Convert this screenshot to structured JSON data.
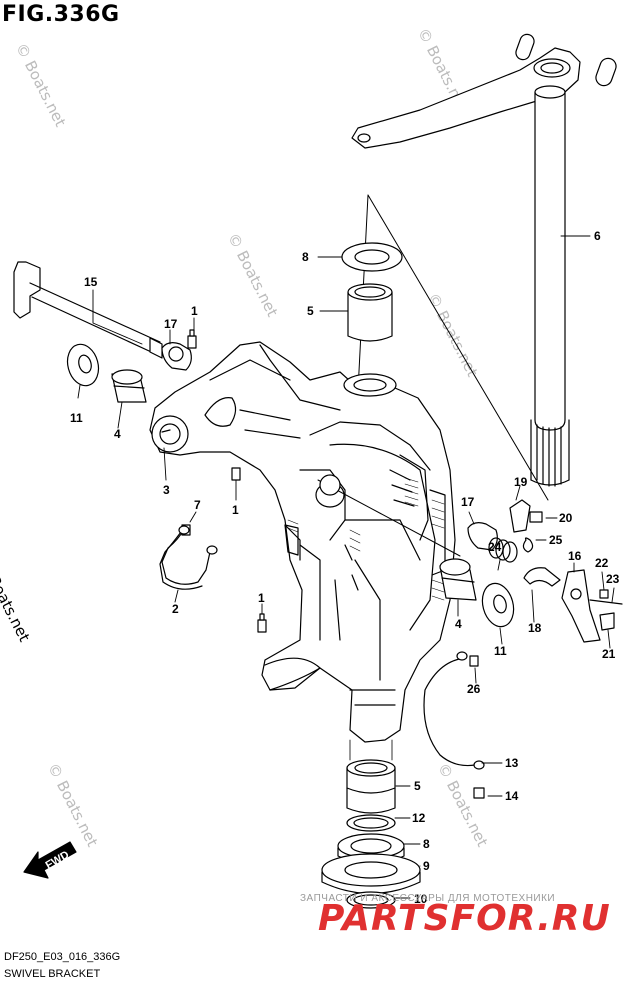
{
  "figure": {
    "title": "FIG.336G",
    "code": "DF250_E03_016_336G",
    "name": "SWIVEL BRACKET"
  },
  "direction_label": "FWD",
  "watermarks": {
    "main": "© Boats.net",
    "faint": "© Boats.net",
    "russian": "ЗАПЧАСТИ И АКСЕССУАРЫ ДЛЯ МОТОТЕХНИКИ",
    "brand": "PARTSFOR.RU"
  },
  "callouts": [
    {
      "id": "c6",
      "label": "6"
    },
    {
      "id": "c8a",
      "label": "8"
    },
    {
      "id": "c15",
      "label": "15"
    },
    {
      "id": "c5a",
      "label": "5"
    },
    {
      "id": "c1a",
      "label": "1"
    },
    {
      "id": "c17a",
      "label": "17"
    },
    {
      "id": "c11a",
      "label": "11"
    },
    {
      "id": "c4a",
      "label": "4"
    },
    {
      "id": "c3",
      "label": "3"
    },
    {
      "id": "c1b",
      "label": "1"
    },
    {
      "id": "c7",
      "label": "7"
    },
    {
      "id": "c19",
      "label": "19"
    },
    {
      "id": "c20",
      "label": "20"
    },
    {
      "id": "c17b",
      "label": "17"
    },
    {
      "id": "c25",
      "label": "25"
    },
    {
      "id": "c24",
      "label": "24"
    },
    {
      "id": "c16",
      "label": "16"
    },
    {
      "id": "c22",
      "label": "22"
    },
    {
      "id": "c23",
      "label": "23"
    },
    {
      "id": "c2",
      "label": "2"
    },
    {
      "id": "c1c",
      "label": "1"
    },
    {
      "id": "c4b",
      "label": "4"
    },
    {
      "id": "c18",
      "label": "18"
    },
    {
      "id": "c11b",
      "label": "11"
    },
    {
      "id": "c21",
      "label": "21"
    },
    {
      "id": "c26",
      "label": "26"
    },
    {
      "id": "c13",
      "label": "13"
    },
    {
      "id": "c5b",
      "label": "5"
    },
    {
      "id": "c14",
      "label": "14"
    },
    {
      "id": "c12",
      "label": "12"
    },
    {
      "id": "c8b",
      "label": "8"
    },
    {
      "id": "c9",
      "label": "9"
    },
    {
      "id": "c10",
      "label": "10"
    }
  ]
}
